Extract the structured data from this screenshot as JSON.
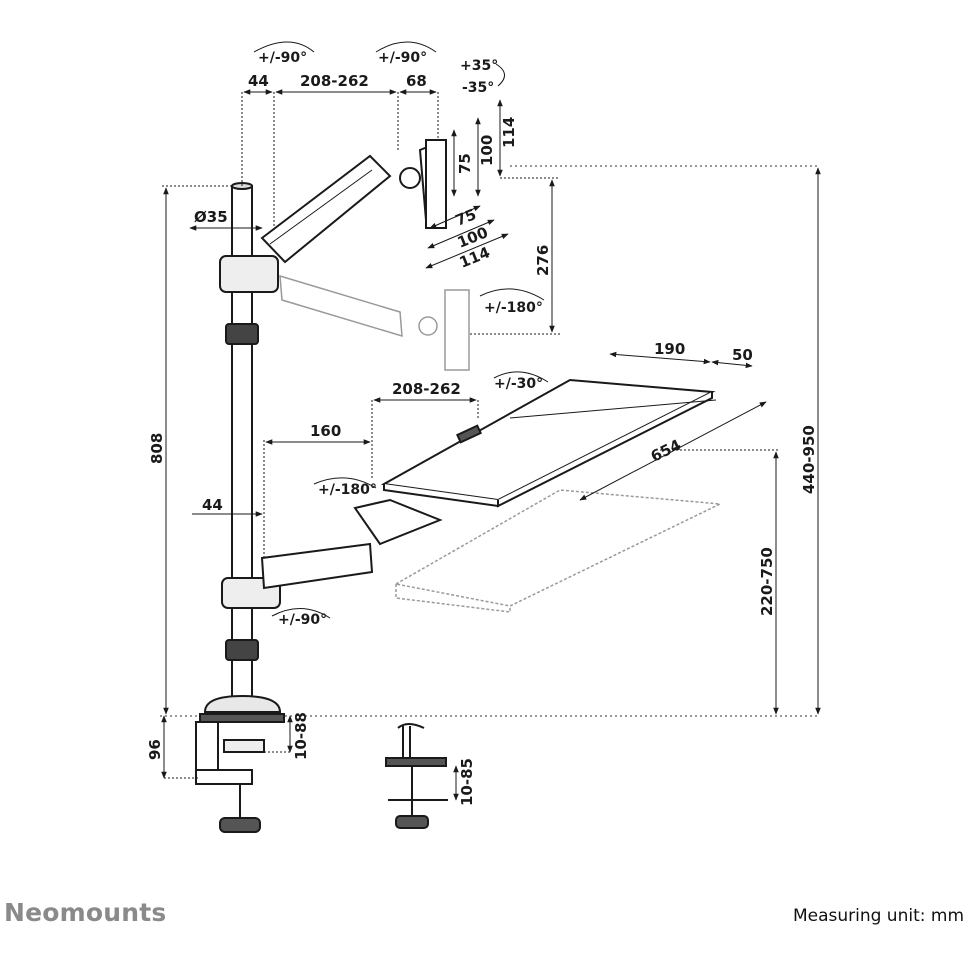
{
  "brand": {
    "name": "Neomounts"
  },
  "footer": {
    "measuring_unit": "Measuring unit: mm"
  },
  "rotations": {
    "monitor_swivel_left": "+/-90°",
    "monitor_swivel_right": "+/-90°",
    "tilt_up": "+35°",
    "tilt_down": "-35°",
    "monitor_rotate": "+/-180°",
    "keyboard_tilt": "+/-30°",
    "keyboard_rotate": "+/-180°",
    "keyboard_swivel": "+/-90°"
  },
  "dimensions": {
    "top_offset": "44",
    "top_arm_reach": "208-262",
    "head_depth": "68",
    "vesa_v_75": "75",
    "vesa_v_100": "100",
    "vesa_v_114": "114",
    "vesa_h_75": "75",
    "vesa_h_100": "100",
    "vesa_h_114": "114",
    "pole_diameter": "Ø35",
    "pole_height": "808",
    "monitor_height_travel": "276",
    "overall_height": "440-950",
    "tray_depth": "190",
    "tray_lip": "50",
    "tray_arm_reach": "208-262",
    "tray_offset": "160",
    "tray_width": "654",
    "lower_offset": "44",
    "tray_height_range": "220-750",
    "clamp_height": "96",
    "clamp_thickness": "10-88",
    "grommet_thickness": "10-85"
  },
  "colors": {
    "line": "#1a1a1a",
    "ghost": "#9a9a9a",
    "brand": "#8a8a8a"
  }
}
